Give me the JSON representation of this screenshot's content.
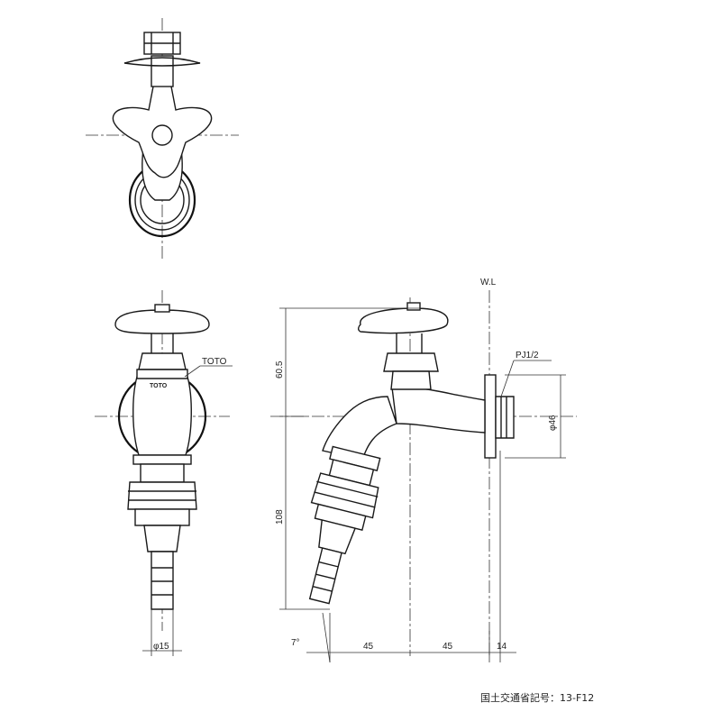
{
  "labels": {
    "brand_label": "TOTO",
    "brand_mark": "TOTO",
    "water_level": "W.L",
    "thread": "PJ1/2",
    "dia_flange": "φ46",
    "height_upper": "60.5",
    "height_lower": "108",
    "dia_hose": "φ15",
    "angle": "7°",
    "width_1": "45",
    "width_2": "45",
    "width_3": "14",
    "spec_code": "国土交通省記号：13-F12"
  }
}
